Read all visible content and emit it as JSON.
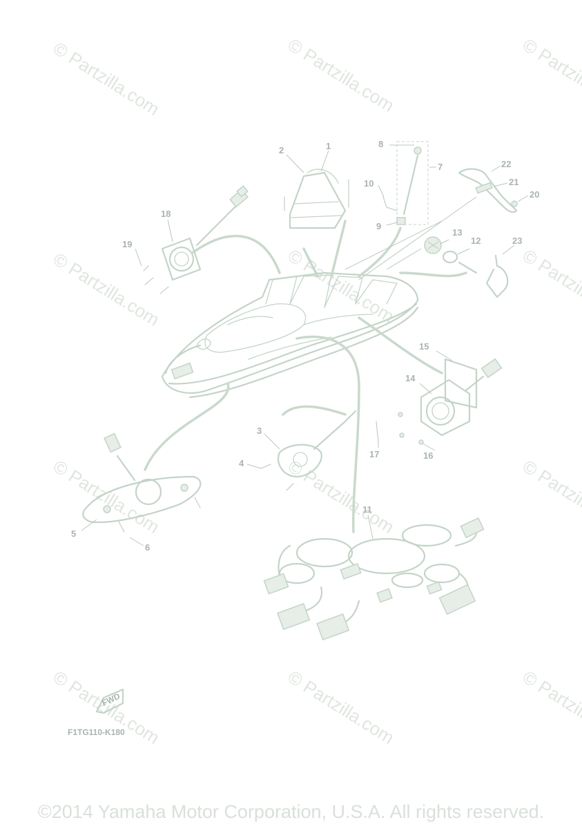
{
  "diagram": {
    "watermark_text": "© Partzilla.com",
    "drawing_code": "F1TG110-K180",
    "fwd_label": "FWD",
    "callouts": [
      "1",
      "2",
      "3",
      "4",
      "5",
      "6",
      "7",
      "8",
      "9",
      "10",
      "11",
      "12",
      "13",
      "14",
      "15",
      "16",
      "17",
      "18",
      "19",
      "20",
      "21",
      "22",
      "23"
    ]
  },
  "footer": {
    "copyright": "©2014 Yamaha Motor Corporation, U.S.A. All rights reserved."
  }
}
